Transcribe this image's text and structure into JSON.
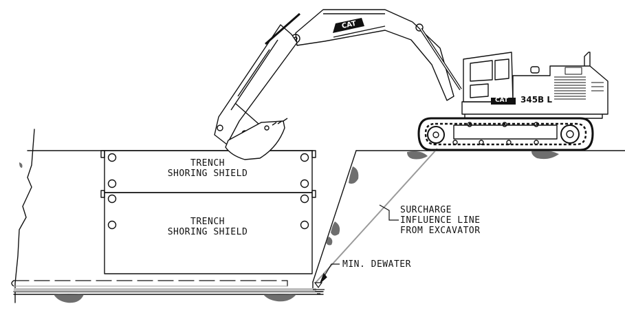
{
  "labels": {
    "shield_upper": [
      "TRENCH",
      "SHORING SHIELD"
    ],
    "shield_lower": [
      "TRENCH",
      "SHORING SHIELD"
    ],
    "surcharge": [
      "SURCHARGE",
      "INFLUENCE LINE",
      "FROM EXCAVATOR"
    ],
    "dewater": "MIN. DEWATER"
  },
  "excavator": {
    "brand_boom": "CAT",
    "brand_body": "CAT",
    "model": "345B L"
  },
  "colors": {
    "line": "#111111",
    "influence_line": "#9a9a9a",
    "dewater_band": "#bdbdbd",
    "soil_hatch": "#555555"
  }
}
